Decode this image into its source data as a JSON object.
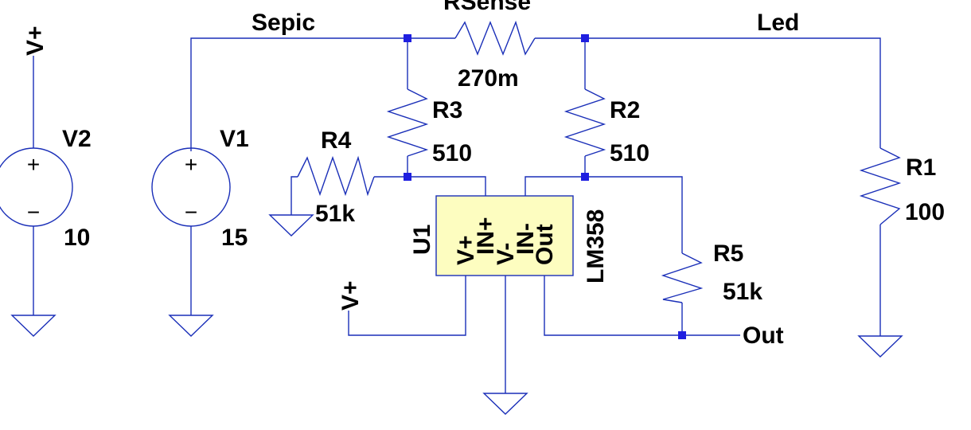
{
  "colors": {
    "wire": "#1a2fb8",
    "junction": "#1f1fe0",
    "opamp_fill": "#fdfdc0",
    "text": "#000000",
    "background": "#ffffff"
  },
  "nets": {
    "sepic": "Sepic",
    "led": "Led",
    "out": "Out",
    "vplus_supply": "V+",
    "vplus_opamp": "V+"
  },
  "sources": {
    "v2": {
      "name": "V2",
      "value": "10"
    },
    "v1": {
      "name": "V1",
      "value": "15"
    }
  },
  "resistors": {
    "rsense": {
      "name": "RSense",
      "value": "270m"
    },
    "r1": {
      "name": "R1",
      "value": "100"
    },
    "r2": {
      "name": "R2",
      "value": "510"
    },
    "r3": {
      "name": "R3",
      "value": "510"
    },
    "r4": {
      "name": "R4",
      "value": "51k"
    },
    "r5": {
      "name": "R5",
      "value": "51k"
    }
  },
  "opamp": {
    "name": "U1",
    "model": "LM358",
    "pins": {
      "vplus": "V+",
      "vminus": "V-",
      "in_plus": "IN+",
      "in_minus": "IN-",
      "out": "Out"
    }
  },
  "source_symbols": {
    "plus": "+",
    "minus": "−"
  }
}
